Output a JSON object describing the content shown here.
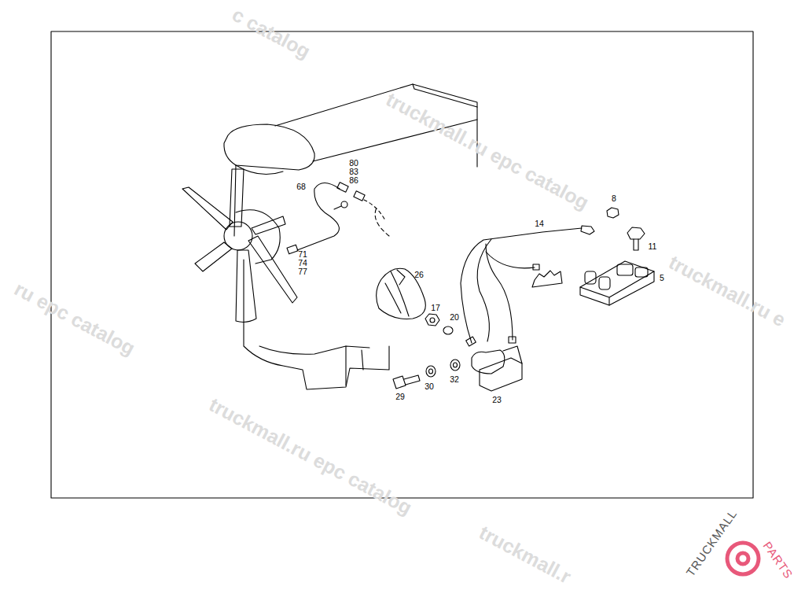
{
  "diagram": {
    "labels": [
      "80",
      "83",
      "86",
      "68",
      "71",
      "74",
      "77",
      "26",
      "17",
      "20",
      "29",
      "30",
      "32",
      "23",
      "14",
      "8",
      "11",
      "5",
      "c catalog",
      "truckmall.ru epc catalog",
      "ru epc catalog",
      "truckmall.ru e",
      "truckmall.ru epc catalog",
      "truckmall.r",
      "TRUCKMALL",
      "PARTS"
    ]
  }
}
